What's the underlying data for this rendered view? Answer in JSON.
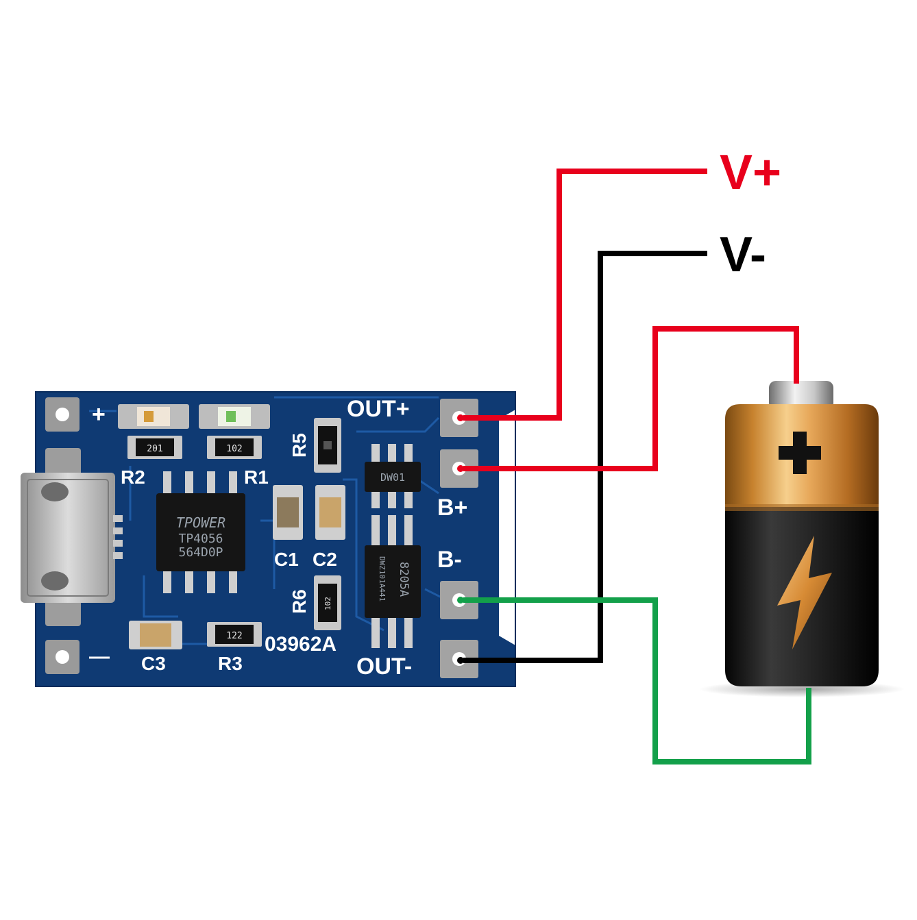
{
  "labels": {
    "v_plus": "V+",
    "v_minus": "V-"
  },
  "board": {
    "pad_out_plus": "OUT+",
    "pad_b_plus": "B+",
    "pad_b_minus": "B-",
    "pad_out_minus": "OUT-",
    "in_plus": "+",
    "in_minus": "—",
    "board_code": "03962A",
    "designators": {
      "r1": "R1",
      "r2": "R2",
      "r3": "R3",
      "r5": "R5",
      "r6": "R6",
      "c1": "C1",
      "c2": "C2",
      "c3": "C3"
    },
    "chips": {
      "charger_brand": "TPOWER",
      "charger_model": "TP4056",
      "charger_code": "564D0P",
      "protector": "DW01",
      "mosfet_model": "8205A",
      "mosfet_code": "DWZ101A441"
    },
    "resistor_codes": {
      "r2": "201",
      "r1": "102",
      "r3": "122",
      "r6": "102"
    }
  },
  "colors": {
    "board": "#0f3a73",
    "wire_positive": "#e8001c",
    "wire_negative": "#000000",
    "wire_battery_negative": "#13a04a",
    "v_plus_text": "#e8001c",
    "v_minus_text": "#000000"
  },
  "icons": {
    "battery": "battery-icon",
    "battery_plus": "plus-icon",
    "lightning": "lightning-bolt-icon"
  }
}
